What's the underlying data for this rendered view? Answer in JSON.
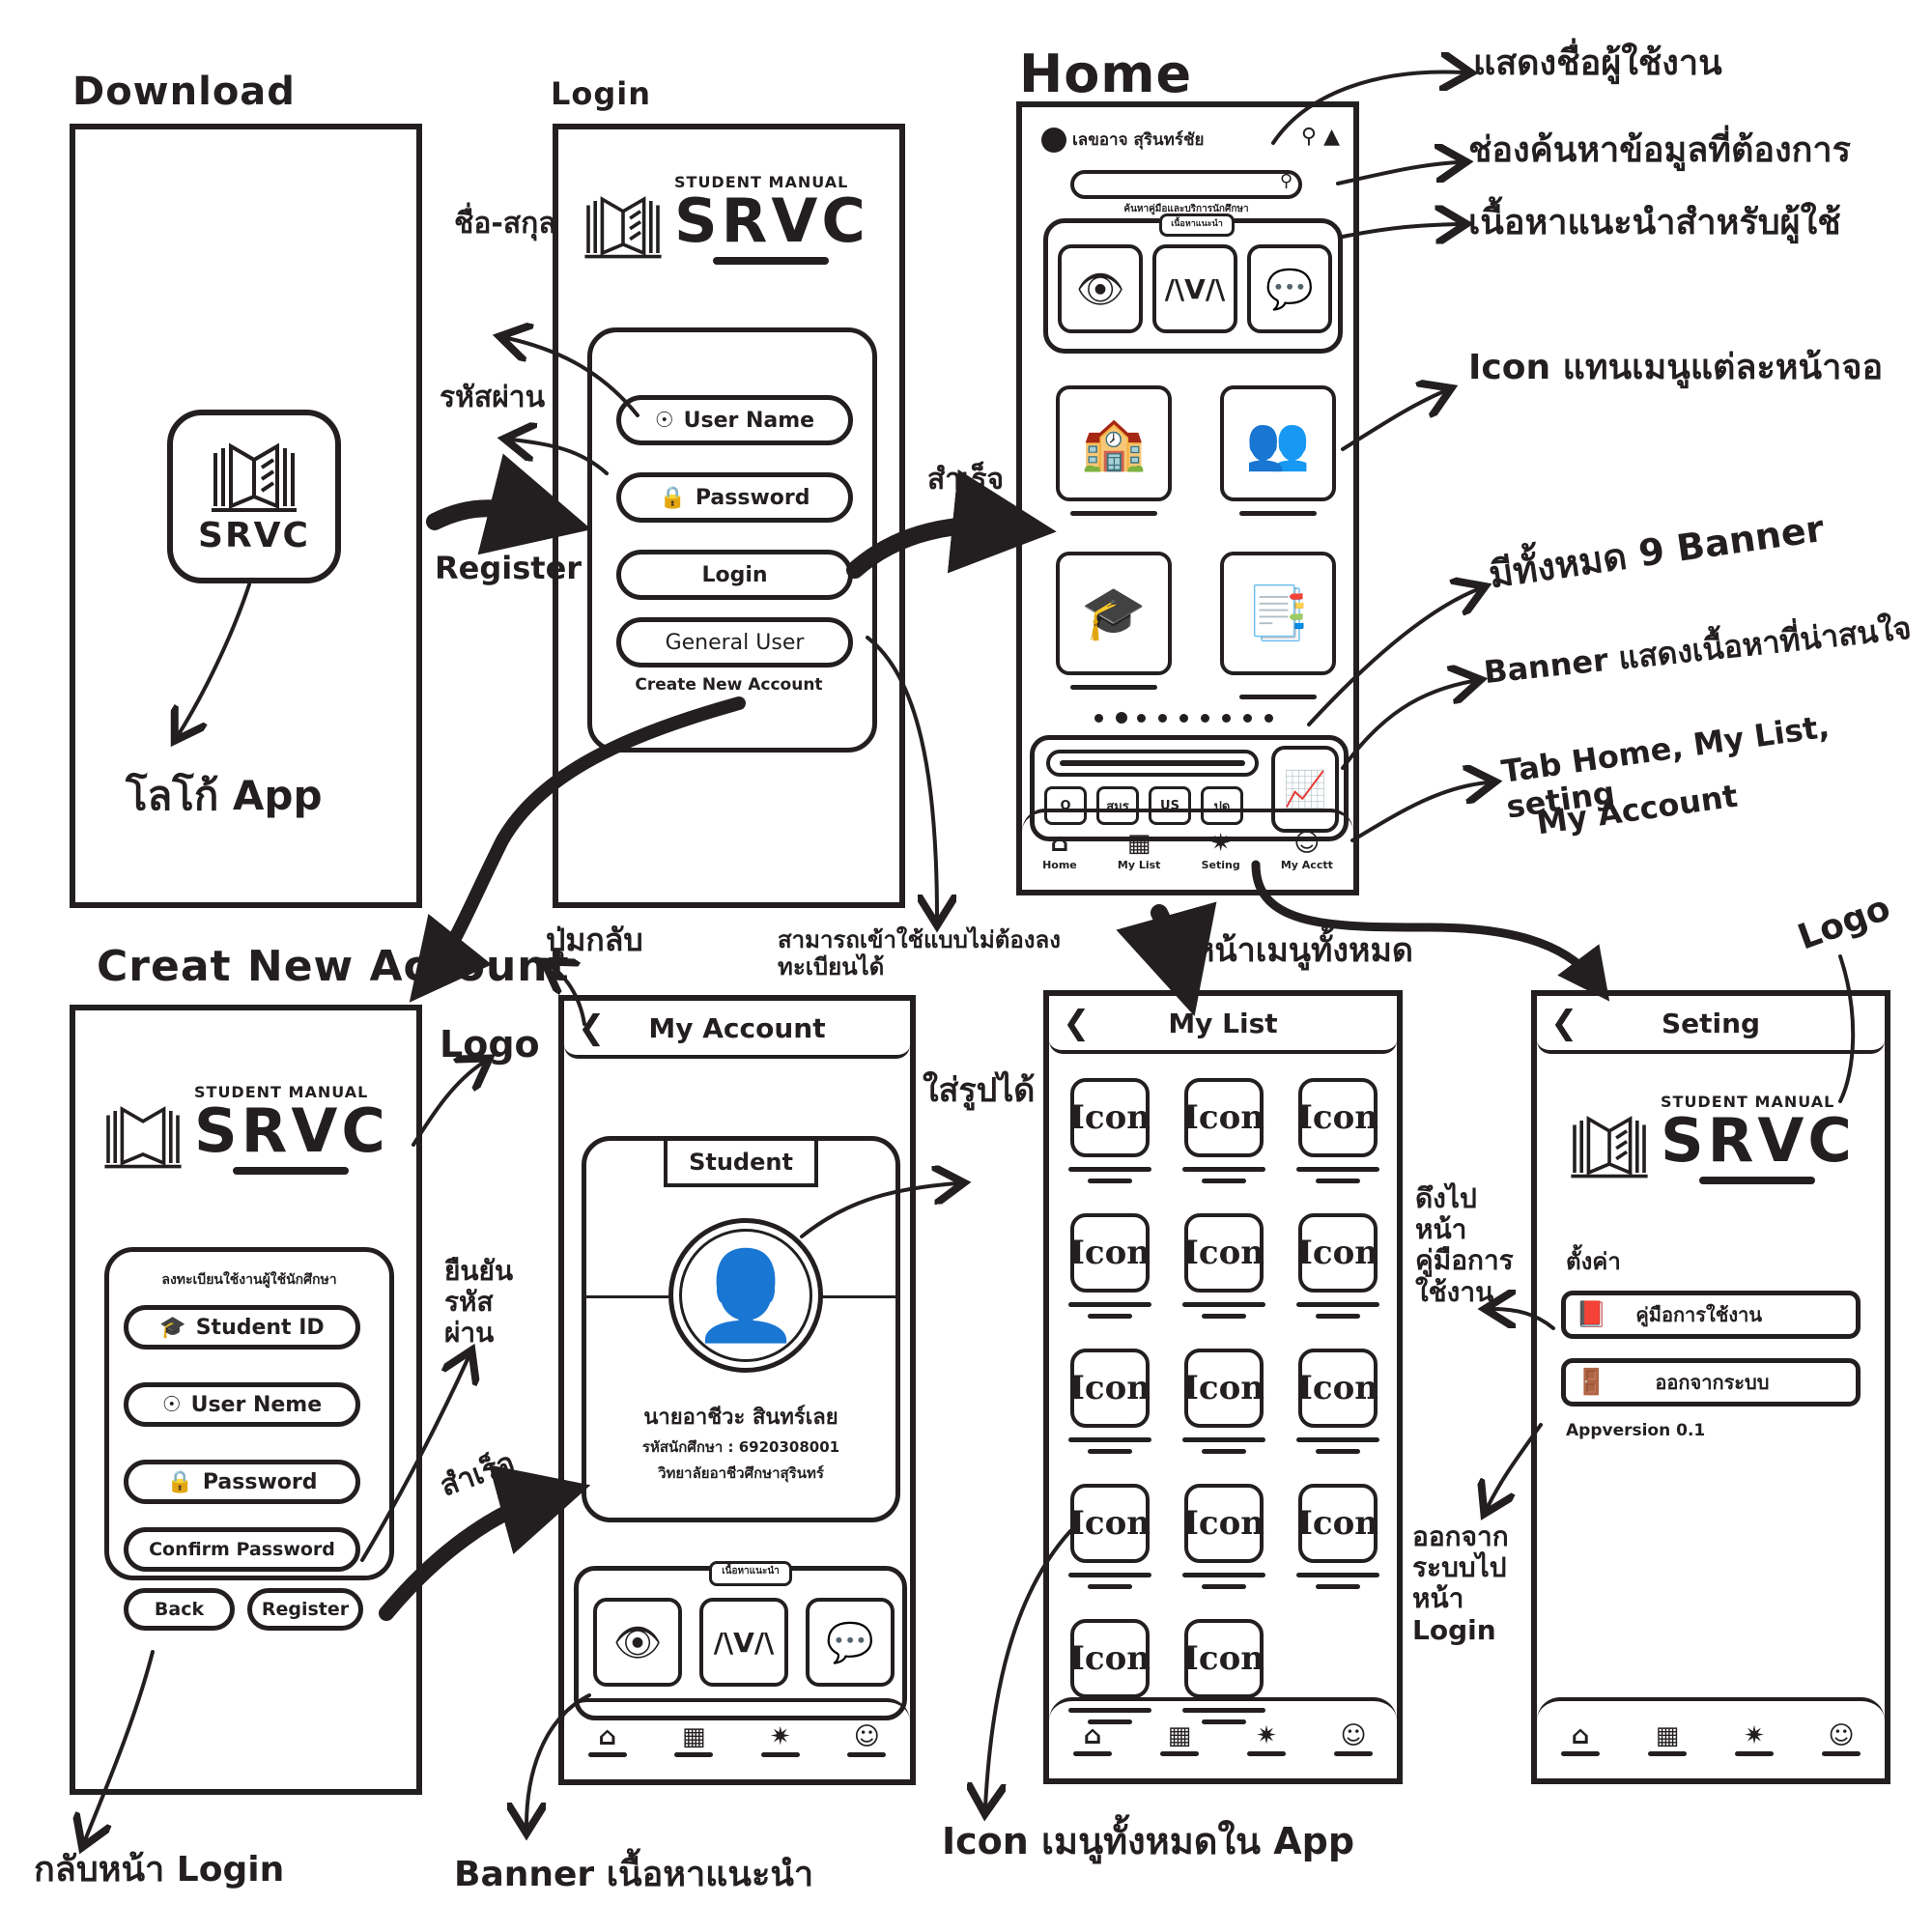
{
  "labels": {
    "download": "Download",
    "login": "Login",
    "home": "Home",
    "create_account": "Creat New Account",
    "my_list_caption": "หน้าเมนูทั้งหมด",
    "setting_logo": "Logo",
    "create_logo": "Logo"
  },
  "logo": {
    "small": "STUDENT MANUAL",
    "big": "SRVC",
    "icon_text": "SRVC"
  },
  "download_screen": {
    "annotation": "โลโก้ App"
  },
  "login_screen": {
    "username": "User Name",
    "password": "Password",
    "login_button": "Login",
    "general_user_button": "General User",
    "create_link": "Create New Account",
    "annot_name": "ชื่อ-สกุล",
    "annot_password": "รหัสผ่าน",
    "annot_register": "Register",
    "annot_success": "สำเร็จ",
    "annot_general": "สามารถเข้าใช้แบบไม่ต้องลงทะเบียนได้"
  },
  "home_screen": {
    "user_name": "เลขอาจ สุรินทร์ชัย",
    "search_hint": "ค้นหาคู่มือและบริการนักศึกษา",
    "recommend_tag": "เนื้อหาแนะนำ",
    "recommend_items": [
      "vision",
      "ava",
      "chat"
    ],
    "menu_icons": [
      "classroom",
      "staff",
      "graduate-book",
      "documents"
    ],
    "page_dots": 9,
    "active_dot": 2,
    "banner_chips": [
      "O",
      "สมร",
      "US",
      "ปด"
    ],
    "tabs": [
      "Home",
      "My List",
      "Seting",
      "My Acctt"
    ],
    "annot_user": "แสดงชื่อผู้ใช้งาน",
    "annot_search": "ช่องค้นหาข้อมูลที่ต้องการ",
    "annot_recommend": "เนื้อหาแนะนำสำหรับผู้ใช้",
    "annot_icons": "Icon แทนเมนูแต่ละหน้าจอ",
    "annot_banner_count": "มีทั้งหมด 9 Banner",
    "annot_banner": "Banner แสดงเนื้อหาที่น่าสนใจ",
    "annot_tabs_line1": "Tab Home, My List, seting",
    "annot_tabs_line2": "My Account"
  },
  "create_screen": {
    "instruction": "ลงทะเบียนใช้งานผู้ใช้นักศึกษา",
    "student_id": "Student ID",
    "username": "User Neme",
    "password": "Password",
    "confirm_password": "Confirm Password",
    "back_button": "Back",
    "register_button": "Register",
    "annot_confirm": "ยืนยันรหัสผ่าน",
    "annot_success": "สำเร็จ",
    "annot_back": "กลับหน้า Login"
  },
  "account_screen": {
    "title": "My Account",
    "role_tag": "Student",
    "full_name": "นายอาชีวะ สินทร์เลย",
    "student_code": "รหัสนักศึกษา : 6920308001",
    "college": "วิทยาลัยอาชีวศึกษาสุรินทร์",
    "recommend_tag": "เนื้อหาแนะนำ",
    "recommend_items": [
      "vision",
      "ava",
      "chat"
    ],
    "annot_back": "ปุ่มกลับ",
    "annot_photo": "ใส่รูปได้",
    "annot_banner": "Banner เนื้อหาแนะนำ"
  },
  "list_screen": {
    "title": "My List",
    "items": [
      "Icon",
      "Icon",
      "Icon",
      "Icon",
      "Icon",
      "Icon",
      "Icon",
      "Icon",
      "Icon",
      "Icon",
      "Icon",
      "Icon",
      "Icon",
      "Icon"
    ],
    "annot_icons": "Icon เมนูทั้งหมดใน App"
  },
  "setting_screen": {
    "title": "Seting",
    "section": "ตั้งค่า",
    "manual_button": "คู่มือการใช้งาน",
    "logout_button": "ออกจากระบบ",
    "version": "Appversion 0.1",
    "annot_manual": "ดึงไปหน้าคู่มือการใช้งาน",
    "annot_logout": "ออกจากระบบไปหน้า Login"
  }
}
